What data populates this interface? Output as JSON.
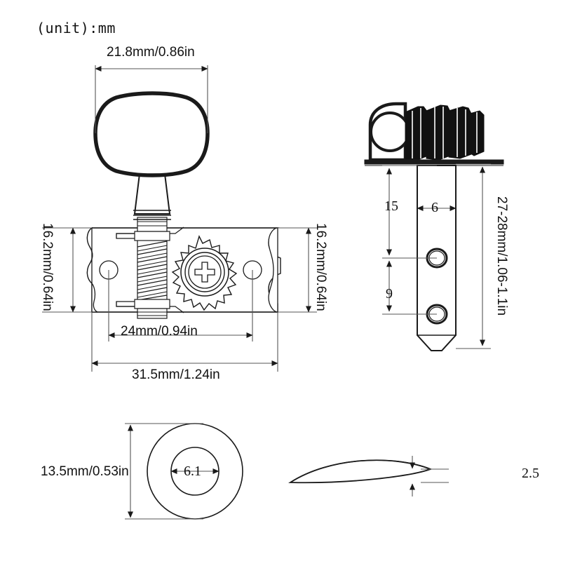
{
  "drawing": {
    "title": "Guitar machine head / tuning peg dimension drawing",
    "unit_note": "(unit):mm",
    "background_color": "#ffffff",
    "line_color": "#1a1a1a",
    "ink_color": "#111111"
  },
  "views": {
    "front": {
      "name": "front-view-tuner-assembly",
      "dimensions": {
        "button_width": "21.8mm/0.86in",
        "plate_height_left": "16.2mm/0.64in",
        "plate_height_right": "16.2mm/0.64in",
        "screw_hole_spacing": "24mm/0.94in",
        "plate_length": "31.5mm/1.24in"
      }
    },
    "side": {
      "name": "side-view-post-and-bushing",
      "dimensions": {
        "post_length": "27-28mm/1.06-1.1in",
        "post_width": "6",
        "upper_hole_distance": "15",
        "lower_hole_distance": "9"
      }
    },
    "washer": {
      "name": "washer-top-view",
      "dimensions": {
        "outer_diameter": "13.5mm/0.53in",
        "inner_diameter": "6.1"
      }
    },
    "washer_side": {
      "name": "washer-side-profile",
      "dimensions": {
        "thickness": "2.5"
      }
    }
  }
}
